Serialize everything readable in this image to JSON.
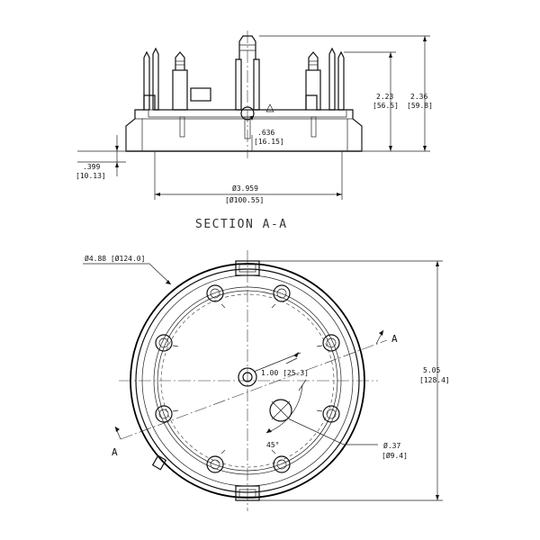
{
  "section_title": "SECTION A-A",
  "section_marks": {
    "top": "A",
    "bottom": "A"
  },
  "dimensions": {
    "height_inner": {
      "in": "2.23",
      "mm": "[56.5]"
    },
    "height_outer": {
      "in": "2.36",
      "mm": "[59.8]"
    },
    "boss_height": {
      "in": ".636",
      "mm": "[16.15]"
    },
    "base_height": {
      "in": ".399",
      "mm": "[10.13]"
    },
    "inner_diameter": {
      "in": "Ø3.959",
      "mm": "[Ø100.55]"
    },
    "outer_diameter": {
      "label": "Ø4.88 [Ø124.0]"
    },
    "overall_height": {
      "in": "5.05",
      "mm": "[128.4]"
    },
    "bolt_radius": {
      "label": "1.00 [25.3]"
    },
    "hole_diameter": {
      "in": "Ø.37",
      "mm": "[Ø9.4]"
    },
    "angle": {
      "label": "45°"
    }
  },
  "colors": {
    "line": "#111111",
    "background": "#ffffff"
  }
}
